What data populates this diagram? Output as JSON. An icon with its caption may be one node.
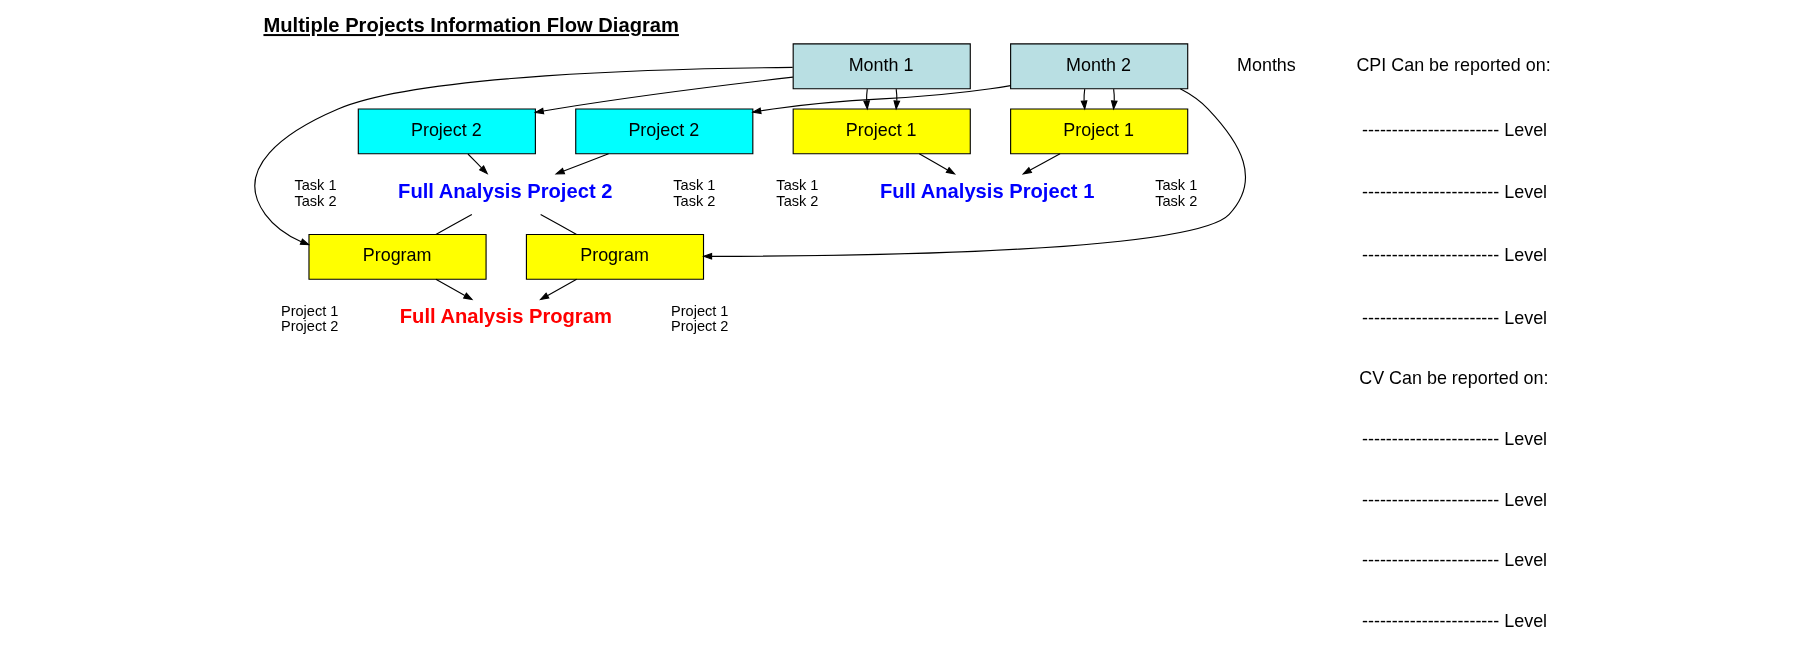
{
  "diagram": {
    "title": "Multiple Projects Information Flow Diagram",
    "nodes": [
      {
        "text": [
          "Month 1"
        ]
      },
      {
        "text": [
          "Month 2"
        ]
      },
      {
        "text": [
          "Project 1"
        ],
        "beside": [
          "Task 1",
          "Task 2"
        ]
      },
      {
        "text": [
          "Project 1"
        ],
        "beside": [
          "Task 1",
          "Task 2"
        ]
      },
      {
        "text": [
          "Full Analysis Project 1"
        ]
      },
      {
        "text": [
          "Project 2"
        ],
        "beside": [
          "Task 1",
          "Task 2"
        ]
      },
      {
        "text": [
          "Project 2"
        ],
        "beside": [
          "Task 1",
          "Task 2"
        ]
      },
      {
        "text": [
          "Full Analysis Project 2"
        ]
      },
      {
        "text": [
          "Program"
        ],
        "beside": [
          "Project 1",
          "Project 2"
        ]
      },
      {
        "text": [
          "Program"
        ],
        "beside": [
          "Project 1",
          "Project 2"
        ]
      },
      {
        "text": [
          "Full Analysis Program"
        ]
      }
    ],
    "edges": [
      {
        "from": 0,
        "to": 2,
        "arrow": "to"
      },
      {
        "from": 0,
        "to": 2,
        "arrow": "to"
      },
      {
        "from": 0,
        "to": 5,
        "arrow": "to"
      },
      {
        "from": 0,
        "to": 8,
        "arrow": "to"
      },
      {
        "from": 1,
        "to": 3,
        "arrow": "to"
      },
      {
        "from": 1,
        "to": 3,
        "arrow": "to"
      },
      {
        "from": 1,
        "to": 6,
        "arrow": "to"
      },
      {
        "from": 1,
        "to": 9,
        "arrow": "to"
      },
      {
        "from": 2,
        "to": 4,
        "arrow": "to"
      },
      {
        "from": 3,
        "to": 4,
        "arrow": "to"
      },
      {
        "from": 5,
        "to": 7,
        "arrow": "to"
      },
      {
        "from": 6,
        "to": 7,
        "arrow": "to"
      },
      {
        "from": 7,
        "to": 8,
        "arrow": "none"
      },
      {
        "from": 7,
        "to": 9,
        "arrow": "none"
      },
      {
        "from": 8,
        "to": 10,
        "arrow": "to"
      },
      {
        "from": 9,
        "to": 10,
        "arrow": "to"
      }
    ],
    "labels": [
      "Months",
      "CPI Can be reported on:",
      "----------------------- Level",
      "----------------------- Level",
      "----------------------- Level",
      "----------------------- Level",
      "CV Can be reported on:",
      "----------------------- Level",
      "----------------------- Level",
      "----------------------- Level",
      "----------------------- Level"
    ]
  }
}
